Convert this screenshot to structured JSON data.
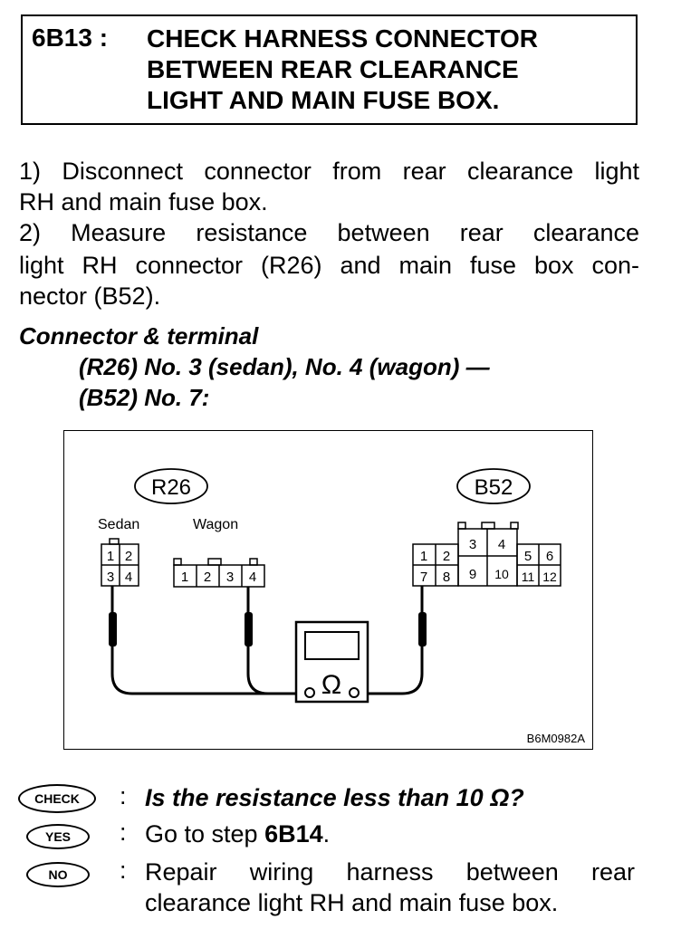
{
  "header": {
    "step_code": "6B13 :",
    "title_lines": "CHECK HARNESS CONNECTOR\nBETWEEN REAR CLEARANCE\nLIGHT AND MAIN FUSE BOX."
  },
  "instructions": {
    "step1_line1": "1)  Disconnect connector from rear clearance light",
    "step1_line2": "RH and main fuse box.",
    "step2_line1": "2)  Measure  resistance  between  rear  clearance",
    "step2_line2": "light RH connector (R26) and main fuse box con-",
    "step2_line3": "nector (B52)."
  },
  "connector_spec": {
    "heading": "Connector & terminal",
    "line1": "(R26) No. 3 (sedan), No. 4 (wagon) —",
    "line2": "(B52) No. 7:"
  },
  "diagram": {
    "r26_label": "R26",
    "b52_label": "B52",
    "sedan_label": "Sedan",
    "wagon_label": "Wagon",
    "sedan_pins": [
      "1",
      "2",
      "3",
      "4"
    ],
    "wagon_pins": [
      "1",
      "2",
      "3",
      "4"
    ],
    "b52_pins": [
      "1",
      "2",
      "3",
      "4",
      "5",
      "6",
      "7",
      "8",
      "9",
      "10",
      "11",
      "12"
    ],
    "meter_symbol": "Ω",
    "figure_code": "B6M0982A"
  },
  "results": {
    "check_badge": "CHECK",
    "check_text": "Is the resistance less than 10 Ω?",
    "yes_badge": "YES",
    "yes_text_prefix": "Go to step ",
    "yes_text_step": "6B14",
    "yes_text_suffix": ".",
    "no_badge": "NO",
    "no_text_line1": "Repair  wiring  harness  between  rear",
    "no_text_line2": "clearance light RH and main fuse box.",
    "colon": ":"
  }
}
